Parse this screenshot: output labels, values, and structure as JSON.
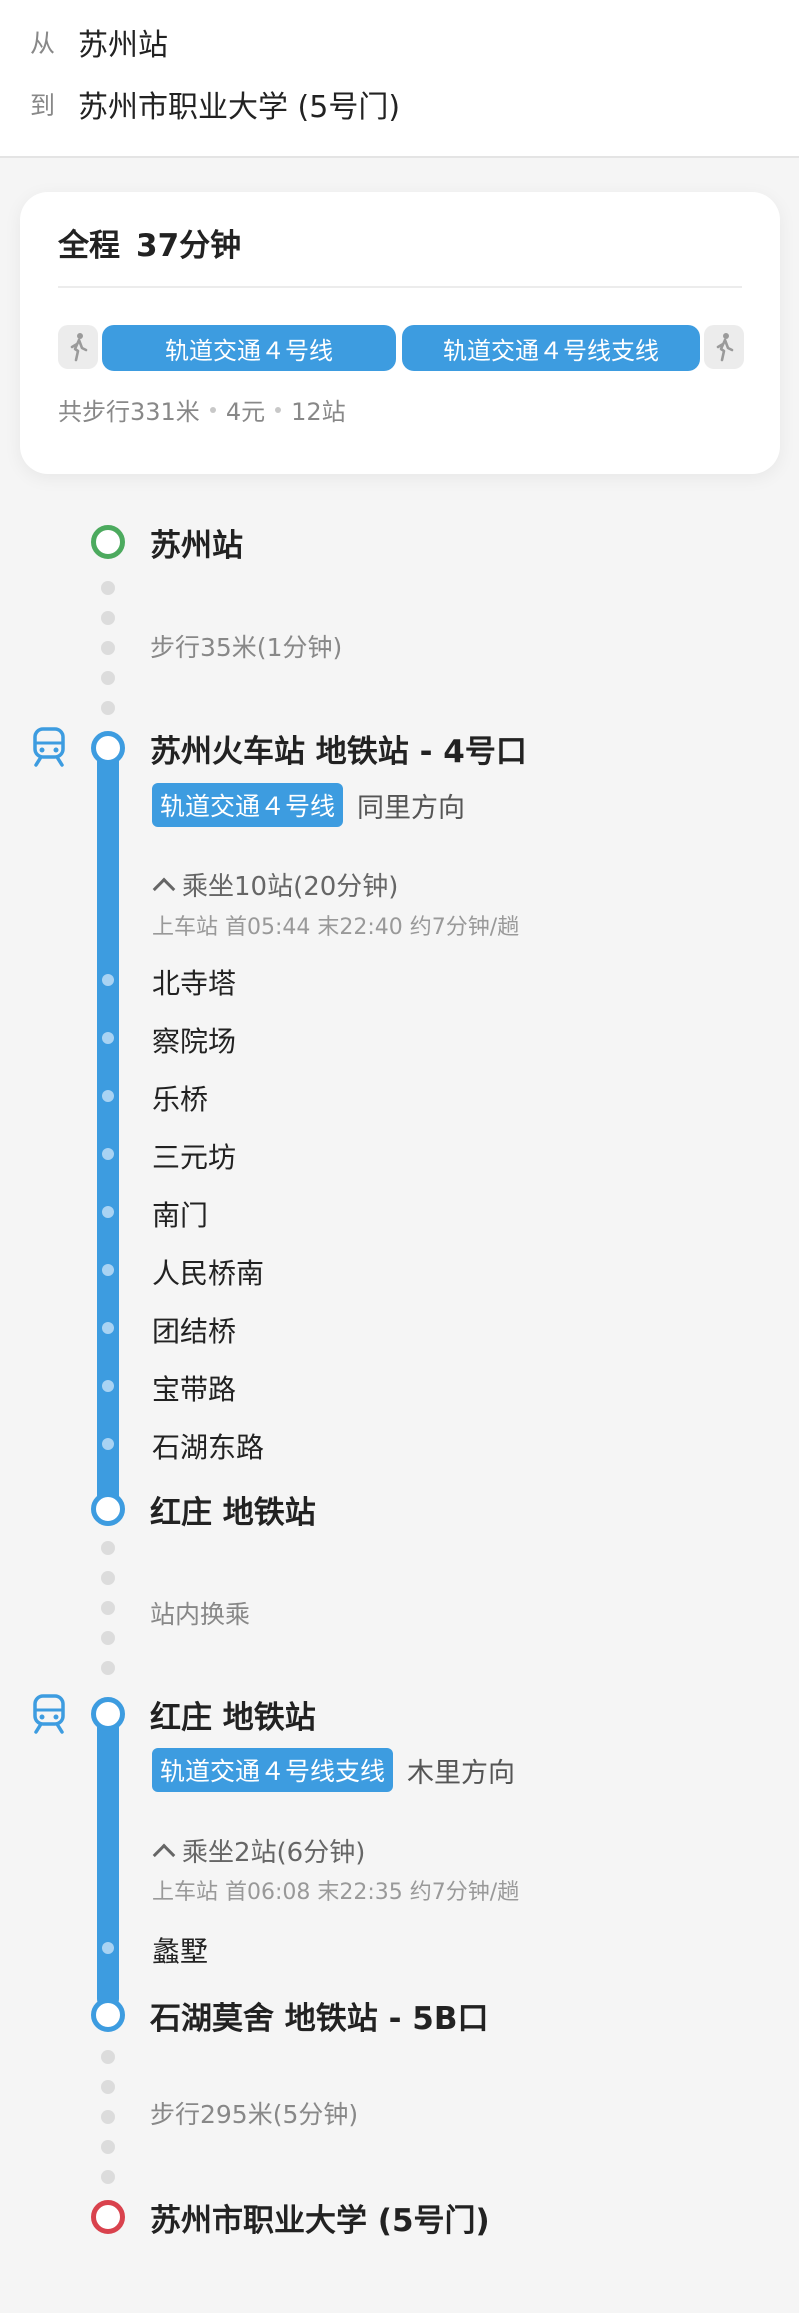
{
  "header": {
    "from_label": "从",
    "from_value": "苏州站",
    "to_label": "到",
    "to_value": "苏州市职业大学 (5号门)"
  },
  "summary": {
    "total_label": "全程",
    "total_time": "37分钟",
    "lines": [
      "轨道交通４号线",
      "轨道交通４号线支线"
    ],
    "walk_distance": "共步行331米",
    "fare": "4元",
    "stops": "12站"
  },
  "timeline": {
    "origin": "苏州站",
    "walk1": "步行35米(1分钟)",
    "seg1": {
      "board_station": "苏州火车站 地铁站 - 4号口",
      "line": "轨道交通４号线",
      "direction": "同里方向",
      "ride": "乘坐10站(20分钟)",
      "schedule": "上车站 首05:44  末22:40  约7分钟/趟",
      "stops": [
        "北寺塔",
        "察院场",
        "乐桥",
        "三元坊",
        "南门",
        "人民桥南",
        "团结桥",
        "宝带路",
        "石湖东路"
      ],
      "alight_station": "红庄 地铁站"
    },
    "transfer": "站内换乘",
    "seg2": {
      "board_station": "红庄 地铁站",
      "line": "轨道交通４号线支线",
      "direction": "木里方向",
      "ride": "乘坐2站(6分钟)",
      "schedule": "上车站 首06:08  末22:35  约7分钟/趟",
      "stops": [
        "蠡墅"
      ],
      "alight_station": "石湖莫舍 地铁站 - 5B口"
    },
    "walk2": "步行295米(5分钟)",
    "destination": "苏州市职业大学 (5号门)"
  },
  "colors": {
    "accent": "#3d9ce0",
    "origin": "#4caa5e",
    "destination": "#d9424d"
  }
}
